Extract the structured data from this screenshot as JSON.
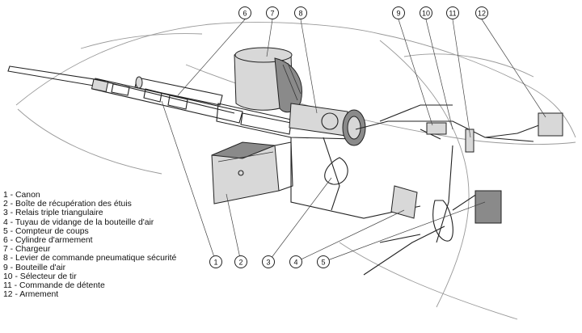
{
  "legend": [
    "1 - Canon",
    "2 - Boîte de récupération des étuis",
    "3 - Relais triple triangulaire",
    "4 - Tuyau de vidange de la bouteille d'air",
    "5 - Compteur de coups",
    "6 - Cylindre d'armement",
    "7 - Chargeur",
    "8 - Levier de commande pneumatique sécurité",
    "9 - Bouteille d'air",
    "10 - Sélecteur de tir",
    "11 - Commande de détente",
    "12 - Armement"
  ],
  "callouts": [
    "1",
    "2",
    "3",
    "4",
    "5",
    "6",
    "7",
    "8",
    "9",
    "10",
    "11",
    "12"
  ]
}
